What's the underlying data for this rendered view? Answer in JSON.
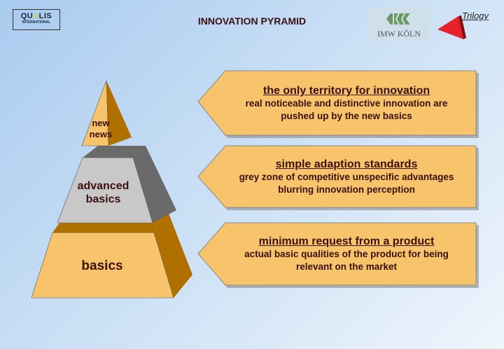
{
  "header": {
    "title": "INNOVATION PYRAMID",
    "logo_left": {
      "name": "QUALIS",
      "sub": "INTERNATIONAL"
    },
    "logo_mid": "IMW KÖLN",
    "logo_right": "Trilogy"
  },
  "pyramid": {
    "levels": [
      {
        "label": "new news"
      },
      {
        "label": "advanced basics"
      },
      {
        "label": "basics"
      }
    ]
  },
  "boxes": [
    {
      "heading": "the only territory for innovation",
      "text": "real noticeable and distinctive innovation are pushed up  by the new basics"
    },
    {
      "heading": "simple adaption standards",
      "text": "grey zone of competitive unspecific advantages blurring innovation perception"
    },
    {
      "heading": "minimum request from a product",
      "text": "actual basic qualities of the product for being relevant on the market"
    }
  ],
  "colors": {
    "orange": "#f7c46c",
    "dark_orange": "#b07000",
    "grey": "#c8c8c8",
    "dark_grey": "#6a6a6a",
    "text": "#3a1010"
  }
}
